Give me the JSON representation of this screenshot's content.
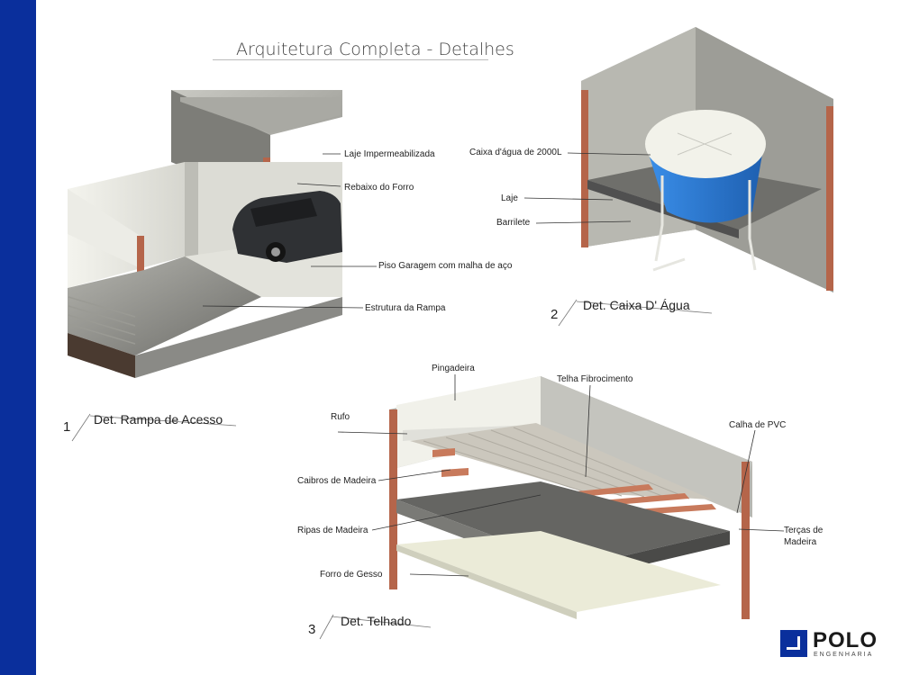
{
  "title": "Arquitetura Completa - Detalhes",
  "detail1": {
    "number": "1",
    "caption": "Det. Rampa de Acesso",
    "labels": {
      "laje": "Laje Impermeabilizada",
      "rebaixo": "Rebaixo do Forro",
      "piso": "Piso Garagem com malha de aço",
      "estrutura": "Estrutura da Rampa"
    }
  },
  "detail2": {
    "number": "2",
    "caption": "Det. Caixa D' Água",
    "labels": {
      "caixa": "Caixa d'água de 2000L",
      "laje": "Laje",
      "barrilete": "Barrilete"
    }
  },
  "detail3": {
    "number": "3",
    "caption": "Det. Telhado",
    "labels": {
      "pingadeira": "Pingadeira",
      "telha": "Telha Fibrocimento",
      "rufo": "Rufo",
      "calha": "Calha de PVC",
      "caibros": "Caibros de Madeira",
      "ripas": "Ripas de Madeira",
      "tercas_1": "Terças de",
      "tercas_2": "Madeira",
      "forro": "Forro de Gesso"
    }
  },
  "logo": {
    "name": "POLO",
    "subtitle": "ENGENHARIA"
  },
  "colors": {
    "accent": "#0a2f9c",
    "brick": "#b5654a",
    "tank": "#2f7fd6",
    "concrete": "#9a9a96"
  }
}
